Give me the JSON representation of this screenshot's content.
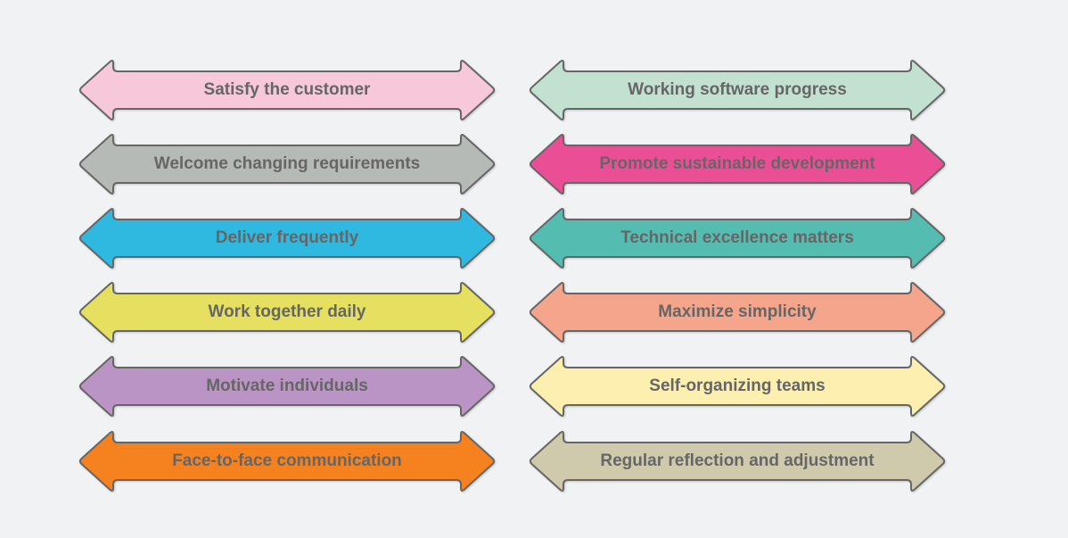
{
  "diagram": {
    "name": "agile-principles-arrows",
    "background_color": "#f0f2f4",
    "stroke_color": "#666666",
    "text_color": "#666666",
    "principles": [
      {
        "label": "Satisfy the customer",
        "fill": "#f7c7da",
        "column": "left",
        "row": 1
      },
      {
        "label": "Welcome changing requirements",
        "fill": "#b5bab6",
        "column": "left",
        "row": 2
      },
      {
        "label": "Deliver frequently",
        "fill": "#2fb8e0",
        "column": "left",
        "row": 3
      },
      {
        "label": "Work together daily",
        "fill": "#e6e060",
        "column": "left",
        "row": 4
      },
      {
        "label": "Motivate individuals",
        "fill": "#ba94c4",
        "column": "left",
        "row": 5
      },
      {
        "label": "Face-to-face communication",
        "fill": "#f5821f",
        "column": "left",
        "row": 6
      },
      {
        "label": "Working software progress",
        "fill": "#c3e1d0",
        "column": "right",
        "row": 1
      },
      {
        "label": "Promote sustainable development",
        "fill": "#ea4f96",
        "column": "right",
        "row": 2
      },
      {
        "label": "Technical excellence matters",
        "fill": "#54bcb1",
        "column": "right",
        "row": 3
      },
      {
        "label": "Maximize simplicity",
        "fill": "#f4a58c",
        "column": "right",
        "row": 4
      },
      {
        "label": "Self-organizing teams",
        "fill": "#fcefb0",
        "column": "right",
        "row": 5
      },
      {
        "label": "Regular reflection and adjustment",
        "fill": "#d0caad",
        "column": "right",
        "row": 6
      }
    ]
  }
}
